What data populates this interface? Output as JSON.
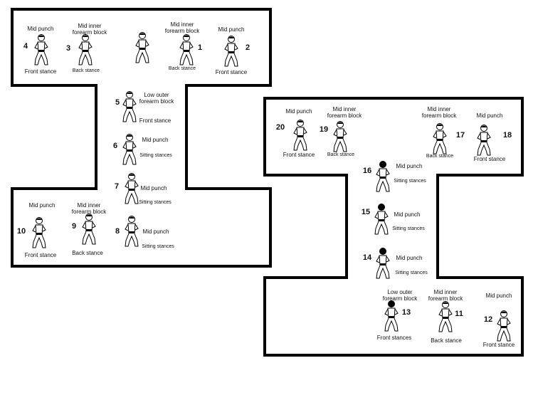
{
  "diagram": {
    "moves": [
      {
        "num": "1",
        "technique": "Mid inner\nforearm block",
        "stance": "Back stance"
      },
      {
        "num": "2",
        "technique": "Mid punch",
        "stance": "Front stance"
      },
      {
        "num": "3",
        "technique": "Mid inner\nforearm block",
        "stance": "Back stance"
      },
      {
        "num": "4",
        "technique": "Mid punch",
        "stance": "Front stance"
      },
      {
        "num": "5",
        "technique": "Low outer\nforearm block",
        "stance": "Front stance"
      },
      {
        "num": "6",
        "technique": "Mid punch",
        "stance": "Sitting stances"
      },
      {
        "num": "7",
        "technique": "Mid punch",
        "stance": "Sitting stances"
      },
      {
        "num": "8",
        "technique": "Mid punch",
        "stance": "Sitting stances"
      },
      {
        "num": "9",
        "technique": "Mid inner\nforearm block",
        "stance": "Back  stance"
      },
      {
        "num": "10",
        "technique": "Mid punch",
        "stance": "Front stance"
      },
      {
        "num": "11",
        "technique": "Mid inner\nforearm block",
        "stance": "Back  stance"
      },
      {
        "num": "12",
        "technique": "Mid punch",
        "stance": "Front stance"
      },
      {
        "num": "13",
        "technique": "Low outer\nforearm block",
        "stance": "Front stances"
      },
      {
        "num": "14",
        "technique": "Mid punch",
        "stance": "Sitting stances"
      },
      {
        "num": "15",
        "technique": "Mid punch",
        "stance": "Sitting stances"
      },
      {
        "num": "16",
        "technique": "Mid punch",
        "stance": "Sitting stances"
      },
      {
        "num": "17",
        "technique": "Mid inner\nforearm block",
        "stance": "Back stance"
      },
      {
        "num": "18",
        "technique": "Mid punch",
        "stance": "Front stance"
      },
      {
        "num": "19",
        "technique": "Mid inner\nforearm block",
        "stance": "Back stance"
      },
      {
        "num": "20",
        "technique": "Mid punch",
        "stance": "Front stance"
      }
    ]
  }
}
